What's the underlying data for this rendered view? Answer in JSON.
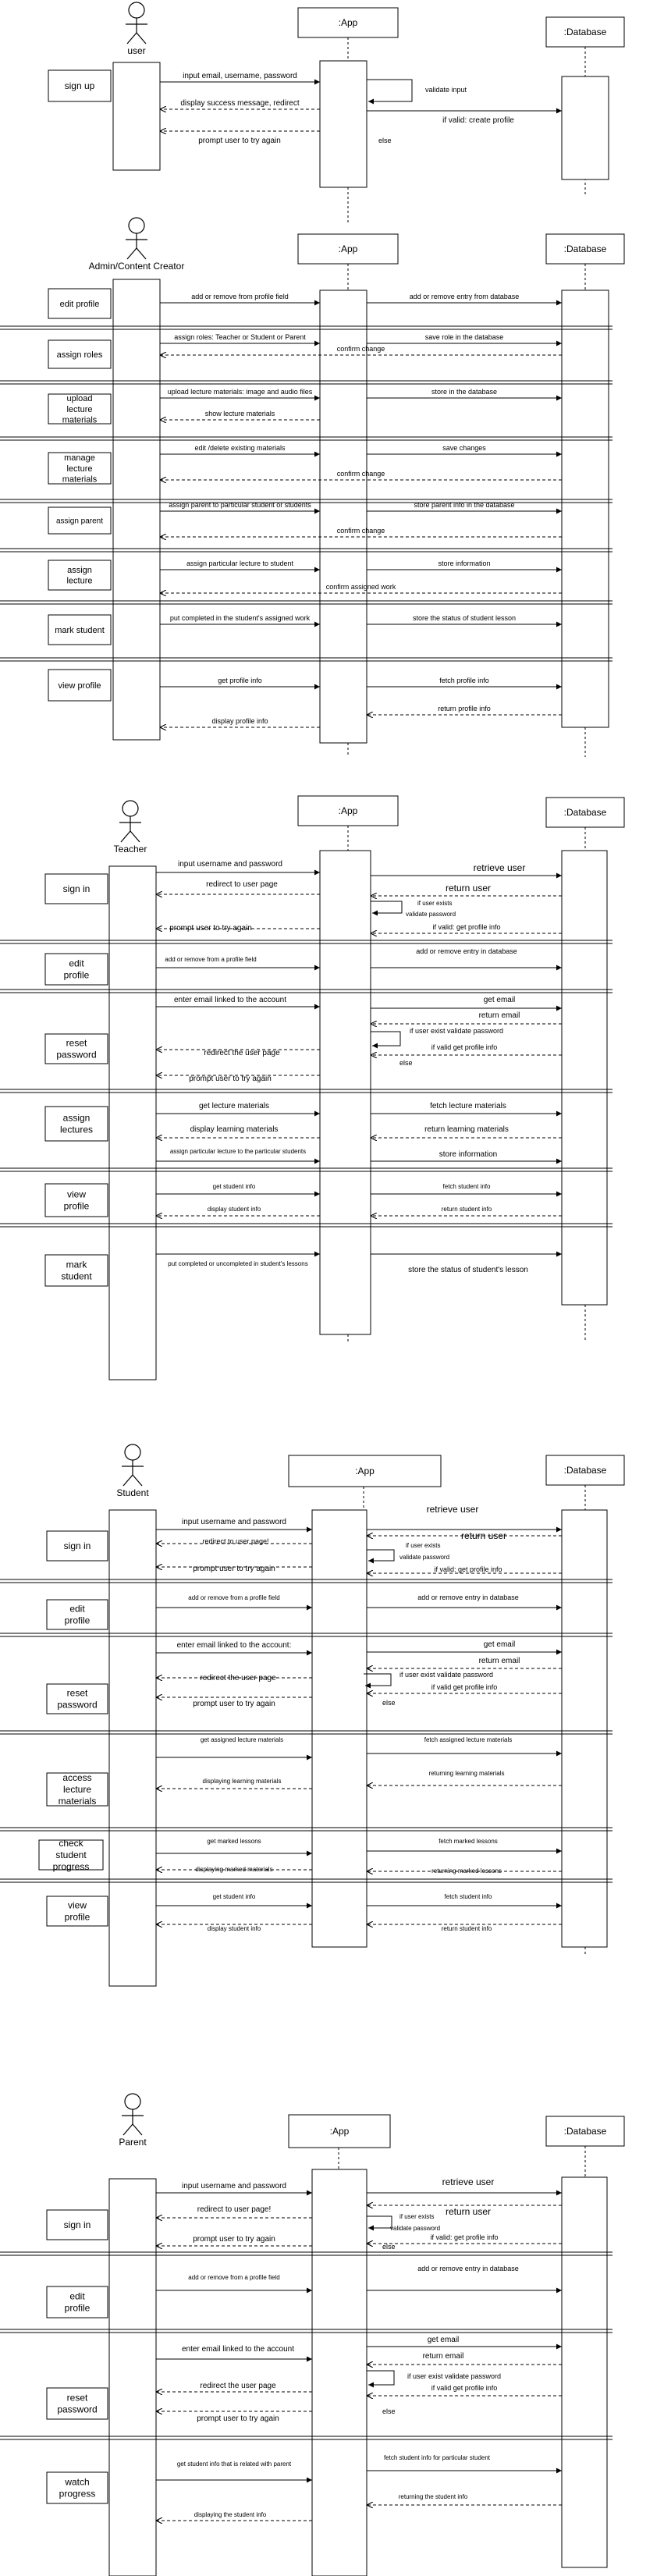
{
  "sections": [
    {
      "actor": "user",
      "app_label": ":App",
      "db_label": ":Database",
      "steps": [
        {
          "label": "sign up",
          "messages": [
            {
              "text": "input email, username, password"
            },
            {
              "text": "display success message, redirect"
            },
            {
              "text": "prompt user to try again"
            },
            {
              "text": "validate input"
            },
            {
              "text": "if valid: create profile"
            },
            {
              "text": "else"
            }
          ]
        }
      ]
    },
    {
      "actor": "Admin/Content Creator",
      "app_label": ":App",
      "db_label": ":Database",
      "steps": [
        {
          "label": "edit profile",
          "messages": [
            {
              "text": "add or remove from profile field"
            },
            {
              "text": "add or remove entry from database"
            }
          ]
        },
        {
          "label": "assign roles",
          "messages": [
            {
              "text": "assign roles: Teacher or Student or Parent"
            },
            {
              "text": "confirm change"
            },
            {
              "text": "save role in the database"
            }
          ]
        },
        {
          "label": "upload lecture materials",
          "messages": [
            {
              "text": "upload lecture materials: image and audio files"
            },
            {
              "text": "show lecture materials"
            },
            {
              "text": "store in the database"
            }
          ]
        },
        {
          "label": "manage lecture materials",
          "messages": [
            {
              "text": "edit /delete existing materials"
            },
            {
              "text": "confirm change"
            },
            {
              "text": "save changes"
            }
          ]
        },
        {
          "label": "assign parent",
          "messages": [
            {
              "text": "assign parent to particular student or students"
            },
            {
              "text": "confirm change"
            },
            {
              "text": "store parent info in the database"
            }
          ]
        },
        {
          "label": "assign lecture",
          "messages": [
            {
              "text": "assign particular lecture to student"
            },
            {
              "text": "confirm assigned work"
            },
            {
              "text": "store information"
            }
          ]
        },
        {
          "label": "mark student",
          "messages": [
            {
              "text": "put completed in the student's assigned work"
            },
            {
              "text": "store the status of student lesson"
            }
          ]
        },
        {
          "label": "view profile",
          "messages": [
            {
              "text": "get profile info"
            },
            {
              "text": "display profile info"
            },
            {
              "text": "fetch profile info"
            },
            {
              "text": "return profile info"
            }
          ]
        }
      ]
    },
    {
      "actor": "Teacher",
      "app_label": ":App",
      "db_label": ":Database",
      "steps": [
        {
          "label": "sign in",
          "messages": [
            {
              "text": "input username and password"
            },
            {
              "text": "redirect to user page"
            },
            {
              "text": "prompt user to try again"
            },
            {
              "text": "retrieve user"
            },
            {
              "text": "return user"
            },
            {
              "text": "if user exists"
            },
            {
              "text": "validate password"
            },
            {
              "text": "if valid: get profile info"
            }
          ]
        },
        {
          "label": "edit profile",
          "messages": [
            {
              "text": "add or remove from a profile field"
            },
            {
              "text": "add or remove entry in database"
            }
          ]
        },
        {
          "label": "reset password",
          "messages": [
            {
              "text": "enter email linked to the account"
            },
            {
              "text": "redirect the user page"
            },
            {
              "text": "prompt user to try again"
            },
            {
              "text": "get email"
            },
            {
              "text": "return email"
            },
            {
              "text": "if user exist validate password"
            },
            {
              "text": "if valid get profile info"
            },
            {
              "text": "else"
            }
          ]
        },
        {
          "label": "assign lectures",
          "messages": [
            {
              "text": "get lecture materials"
            },
            {
              "text": "display learning materials"
            },
            {
              "text": "assign particular lecture to the particular students"
            },
            {
              "text": "fetch lecture materials"
            },
            {
              "text": "return learning materials"
            },
            {
              "text": "store information"
            }
          ]
        },
        {
          "label": "view profile",
          "messages": [
            {
              "text": "get student info"
            },
            {
              "text": "display student info"
            },
            {
              "text": "fetch student info"
            },
            {
              "text": "return student info"
            }
          ]
        },
        {
          "label": "mark student",
          "messages": [
            {
              "text": "put completed or uncompleted in student's lessons"
            },
            {
              "text": "store the status of student's lesson"
            }
          ]
        }
      ]
    },
    {
      "actor": "Student",
      "app_label": ":App",
      "db_label": ":Database",
      "steps": [
        {
          "label": "sign in",
          "messages": [
            {
              "text": "input username and password"
            },
            {
              "text": "redirect to user page!"
            },
            {
              "text": "prompt user to try again"
            },
            {
              "text": "retrieve user"
            },
            {
              "text": "return user"
            },
            {
              "text": "if user exists"
            },
            {
              "text": "validate password"
            },
            {
              "text": "if valid: get profile info"
            }
          ]
        },
        {
          "label": "edit profile",
          "messages": [
            {
              "text": "add or remove from a profile field"
            },
            {
              "text": "add or remove entry in database"
            }
          ]
        },
        {
          "label": "reset password",
          "messages": [
            {
              "text": "enter email linked to the account:"
            },
            {
              "text": "redirect the user page"
            },
            {
              "text": "prompt user to try again"
            },
            {
              "text": "get email"
            },
            {
              "text": "return email"
            },
            {
              "text": "if user exist validate password"
            },
            {
              "text": "if valid get profile info"
            },
            {
              "text": "else"
            }
          ]
        },
        {
          "label": "access lecture materials",
          "messages": [
            {
              "text": "get assigned lecture materials"
            },
            {
              "text": "displaying learning materials"
            },
            {
              "text": "fetch assigned lecture materials"
            },
            {
              "text": "returning learning materials"
            }
          ]
        },
        {
          "label": "check student progress",
          "messages": [
            {
              "text": "get marked lessons"
            },
            {
              "text": "displaying marked materials"
            },
            {
              "text": "fetch marked lessons"
            },
            {
              "text": "returning marked lessons"
            }
          ]
        },
        {
          "label": "view profile",
          "messages": [
            {
              "text": "get student info"
            },
            {
              "text": "display student info"
            },
            {
              "text": "fetch student info"
            },
            {
              "text": "return student info"
            }
          ]
        }
      ]
    },
    {
      "actor": "Parent",
      "app_label": ":App",
      "db_label": ":Database",
      "steps": [
        {
          "label": "sign in",
          "messages": [
            {
              "text": "input username and password"
            },
            {
              "text": "redirect to user page!"
            },
            {
              "text": "prompt user to try again"
            },
            {
              "text": "retrieve user"
            },
            {
              "text": "return user"
            },
            {
              "text": "if user exists"
            },
            {
              "text": "validate password"
            },
            {
              "text": "if valid: get profile info"
            },
            {
              "text": "else"
            }
          ]
        },
        {
          "label": "edit profile",
          "messages": [
            {
              "text": "add or remove from a profile field"
            },
            {
              "text": "add or remove entry in database"
            }
          ]
        },
        {
          "label": "reset password",
          "messages": [
            {
              "text": "enter email linked to the account"
            },
            {
              "text": "redirect the user page"
            },
            {
              "text": "prompt user to try again"
            },
            {
              "text": "get email"
            },
            {
              "text": "return email"
            },
            {
              "text": "if user exist validate password"
            },
            {
              "text": "if valid get profile info"
            },
            {
              "text": "else"
            }
          ]
        },
        {
          "label": "watch progress",
          "messages": [
            {
              "text": "get student info that is related with parent"
            },
            {
              "text": "displaying the student info"
            },
            {
              "text": "fetch student info for particular student"
            },
            {
              "text": "returning the student info"
            }
          ]
        }
      ]
    }
  ]
}
